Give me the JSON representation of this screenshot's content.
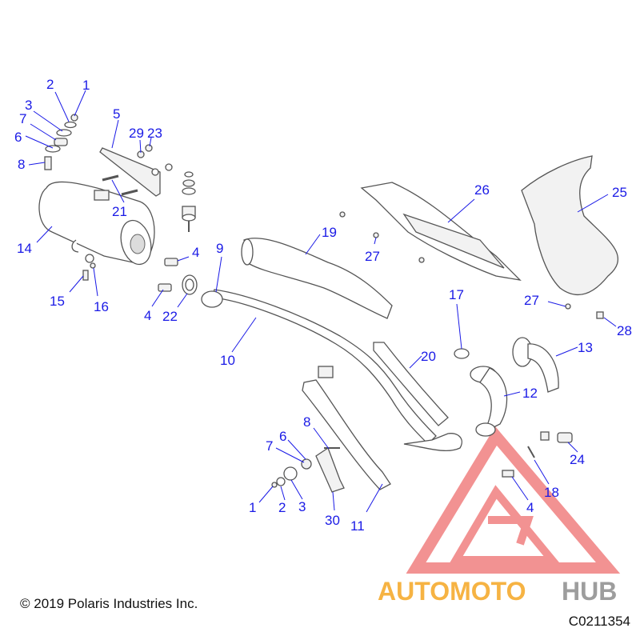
{
  "callouts": {
    "c1a": "1",
    "c2a": "2",
    "c3a": "3",
    "c7a": "7",
    "c6a": "6",
    "c8a": "8",
    "c5": "5",
    "c29": "29",
    "c23": "23",
    "c21": "21",
    "c14": "14",
    "c15": "15",
    "c16": "16",
    "c4a": "4",
    "c4b": "4",
    "c22": "22",
    "c9": "9",
    "c10": "10",
    "c19": "19",
    "c27a": "27",
    "c26": "26",
    "c25": "25",
    "c17": "17",
    "c27b": "27",
    "c28": "28",
    "c20": "20",
    "c13": "13",
    "c12": "12",
    "c8b": "8",
    "c7b": "7",
    "c6b": "6",
    "c1b": "1",
    "c2b": "2",
    "c3b": "3",
    "c30": "30",
    "c11": "11",
    "c24": "24",
    "c18": "18",
    "c4c": "4"
  },
  "copyright": "© 2019 Polaris Industries Inc.",
  "figure_code": "C0211354",
  "watermark": {
    "part1": "AUTOMOTO",
    "part2": "HUB",
    "color1": "#f5a623",
    "color2": "#8c8c8c",
    "triangle_color": "#e83a3a"
  },
  "colors": {
    "callout": "#1a1ae6",
    "line": "#555555"
  }
}
